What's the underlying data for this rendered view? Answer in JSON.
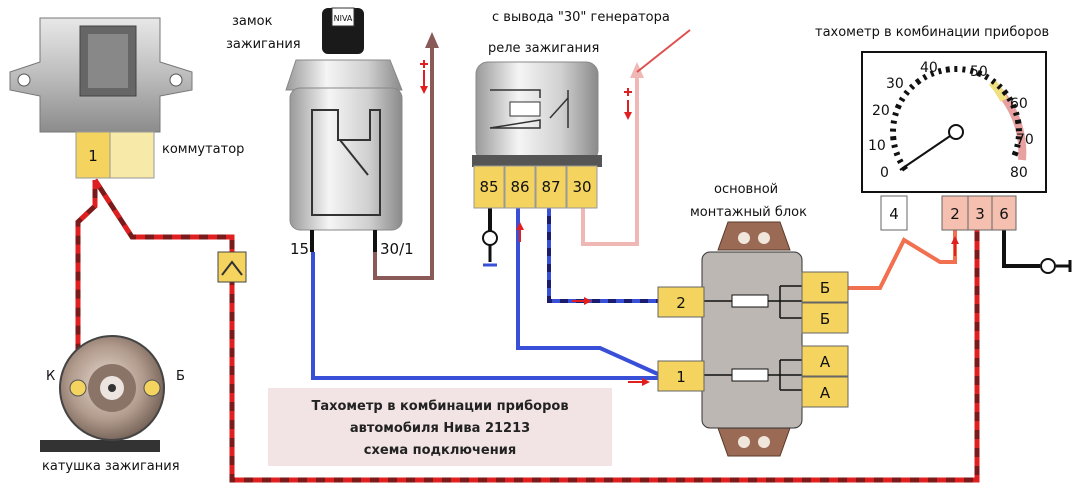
{
  "labels": {
    "commutator": "коммутатор",
    "ignition_lock": [
      "замок",
      "зажигания"
    ],
    "generator_source": "с вывода \"30\" генератора",
    "ignition_relay": "реле зажигания",
    "tachometer": "тахометр в комбинации приборов",
    "mounting_block": [
      "основной",
      "монтажный блок"
    ],
    "coil": "катушка зажигания",
    "coil_k": "К",
    "coil_b": "Б"
  },
  "lock": {
    "brand": "NIVA",
    "pin_15": "15",
    "pin_30_1": "30/1"
  },
  "commutator": {
    "pin": "1"
  },
  "relay": {
    "pins": [
      "85",
      "86",
      "87",
      "30"
    ]
  },
  "tachometer": {
    "scale": [
      "0",
      "10",
      "20",
      "30",
      "40",
      "50",
      "60",
      "70",
      "80"
    ],
    "pins": [
      "4",
      "2",
      "3",
      "6"
    ]
  },
  "mounting_block": {
    "left_pins": [
      "2",
      "1"
    ],
    "right_pins": [
      "Б",
      "Б",
      "А",
      "А"
    ]
  },
  "caption": [
    "Тахометр в комбинации приборов",
    "автомобиля Нива 21213",
    "схема подключения"
  ]
}
